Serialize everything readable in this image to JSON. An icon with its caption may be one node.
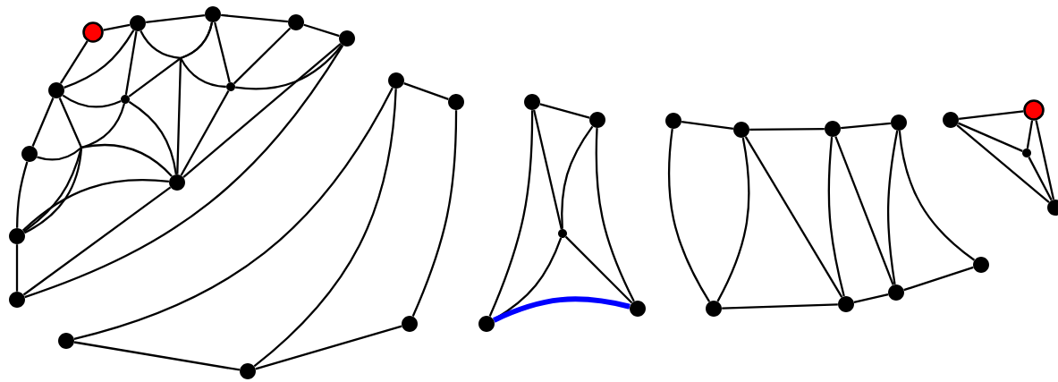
{
  "diagram": {
    "nodes": [
      {
        "text": [],
        "shape": "circle"
      },
      {
        "text": [],
        "shape": "dot"
      },
      {
        "text": [],
        "shape": "dot"
      },
      {
        "text": [],
        "shape": "dot"
      },
      {
        "text": [],
        "shape": "dot"
      },
      {
        "text": [],
        "shape": "dot"
      },
      {
        "text": [],
        "shape": "point"
      },
      {
        "text": [],
        "shape": "point"
      },
      {
        "text": [],
        "shape": "dot"
      },
      {
        "text": [],
        "shape": "dot"
      },
      {
        "text": [],
        "shape": "dot"
      },
      {
        "text": [],
        "shape": "dot"
      },
      {
        "text": [],
        "shape": "dot"
      },
      {
        "text": [],
        "shape": "dot"
      },
      {
        "text": [],
        "shape": "dot"
      },
      {
        "text": [],
        "shape": "dot"
      },
      {
        "text": [],
        "shape": "dot"
      },
      {
        "text": [],
        "shape": "dot"
      },
      {
        "text": [],
        "shape": "dot"
      },
      {
        "text": [],
        "shape": "point"
      },
      {
        "text": [],
        "shape": "dot"
      },
      {
        "text": [],
        "shape": "dot"
      },
      {
        "text": [],
        "shape": "dot"
      },
      {
        "text": [],
        "shape": "dot"
      },
      {
        "text": [],
        "shape": "dot"
      },
      {
        "text": [],
        "shape": "dot"
      },
      {
        "text": [],
        "shape": "dot"
      },
      {
        "text": [],
        "shape": "dot"
      },
      {
        "text": [],
        "shape": "dot"
      },
      {
        "text": [],
        "shape": "dot"
      },
      {
        "text": [],
        "shape": "dot"
      },
      {
        "text": [],
        "shape": "circle"
      },
      {
        "text": [],
        "shape": "point"
      },
      {
        "text": [],
        "shape": "dot"
      }
    ],
    "edges": [
      {
        "from": 0,
        "to": 1,
        "arrow": "none"
      },
      {
        "from": 1,
        "to": 2,
        "arrow": "none"
      },
      {
        "from": 2,
        "to": 3,
        "arrow": "none"
      },
      {
        "from": 3,
        "to": 4,
        "arrow": "none"
      },
      {
        "from": 0,
        "to": 5,
        "arrow": "none"
      },
      {
        "from": 5,
        "to": 1,
        "arrow": "none"
      },
      {
        "from": 1,
        "to": 6,
        "arrow": "none"
      },
      {
        "from": 1,
        "to": 7,
        "arrow": "none"
      },
      {
        "from": 2,
        "to": 6,
        "arrow": "none"
      },
      {
        "from": 2,
        "to": 9,
        "arrow": "none"
      },
      {
        "from": 5,
        "to": 10,
        "arrow": "none"
      },
      {
        "from": 8,
        "to": 9,
        "arrow": "none"
      },
      {
        "from": 6,
        "to": 10,
        "arrow": "none"
      },
      {
        "from": 5,
        "to": 6,
        "arrow": "none"
      },
      {
        "from": 5,
        "to": 8,
        "arrow": "none"
      },
      {
        "from": 8,
        "to": 10,
        "arrow": "none"
      },
      {
        "from": 10,
        "to": 11,
        "arrow": "none"
      },
      {
        "from": 6,
        "to": 9,
        "arrow": "none"
      },
      {
        "from": 2,
        "to": 7,
        "arrow": "none"
      },
      {
        "from": 3,
        "to": 7,
        "arrow": "none"
      },
      {
        "from": 7,
        "to": 4,
        "arrow": "none"
      },
      {
        "from": 7,
        "to": 9,
        "arrow": "none"
      },
      {
        "from": 4,
        "to": 9,
        "arrow": "none"
      },
      {
        "from": 9,
        "to": 10,
        "arrow": "none"
      },
      {
        "from": 9,
        "to": 11,
        "arrow": "none"
      },
      {
        "from": 4,
        "to": 11,
        "arrow": "none"
      },
      {
        "from": 12,
        "to": 13,
        "arrow": "none"
      },
      {
        "from": 13,
        "to": 14,
        "arrow": "none"
      },
      {
        "from": 14,
        "to": 15,
        "arrow": "none"
      },
      {
        "from": 15,
        "to": 16,
        "arrow": "none"
      },
      {
        "from": 16,
        "to": 12,
        "arrow": "none"
      },
      {
        "from": 12,
        "to": 15,
        "arrow": "none"
      },
      {
        "from": 17,
        "to": 18,
        "arrow": "none"
      },
      {
        "from": 17,
        "to": 20,
        "arrow": "none"
      },
      {
        "from": 17,
        "to": 19,
        "arrow": "none"
      },
      {
        "from": 18,
        "to": 19,
        "arrow": "none"
      },
      {
        "from": 18,
        "to": 21,
        "arrow": "none"
      },
      {
        "from": 19,
        "to": 20,
        "arrow": "none"
      },
      {
        "from": 19,
        "to": 21,
        "arrow": "none"
      },
      {
        "from": 20,
        "to": 21,
        "arrow": "none",
        "style": "thick",
        "color": "#0000ff"
      },
      {
        "from": 22,
        "to": 23,
        "arrow": "none"
      },
      {
        "from": 23,
        "to": 24,
        "arrow": "none"
      },
      {
        "from": 24,
        "to": 25,
        "arrow": "none"
      },
      {
        "from": 22,
        "to": 26,
        "arrow": "none"
      },
      {
        "from": 23,
        "to": 26,
        "arrow": "none"
      },
      {
        "from": 23,
        "to": 27,
        "arrow": "none"
      },
      {
        "from": 24,
        "to": 27,
        "arrow": "none"
      },
      {
        "from": 24,
        "to": 28,
        "arrow": "none"
      },
      {
        "from": 25,
        "to": 28,
        "arrow": "none"
      },
      {
        "from": 25,
        "to": 29,
        "arrow": "none"
      },
      {
        "from": 26,
        "to": 27,
        "arrow": "none"
      },
      {
        "from": 27,
        "to": 28,
        "arrow": "none"
      },
      {
        "from": 28,
        "to": 29,
        "arrow": "none"
      },
      {
        "from": 30,
        "to": 31,
        "arrow": "none"
      },
      {
        "from": 30,
        "to": 32,
        "arrow": "none"
      },
      {
        "from": 30,
        "to": 33,
        "arrow": "none"
      },
      {
        "from": 31,
        "to": 32,
        "arrow": "none"
      },
      {
        "from": 31,
        "to": 33,
        "arrow": "none"
      },
      {
        "from": 32,
        "to": 33,
        "arrow": "none"
      }
    ]
  }
}
